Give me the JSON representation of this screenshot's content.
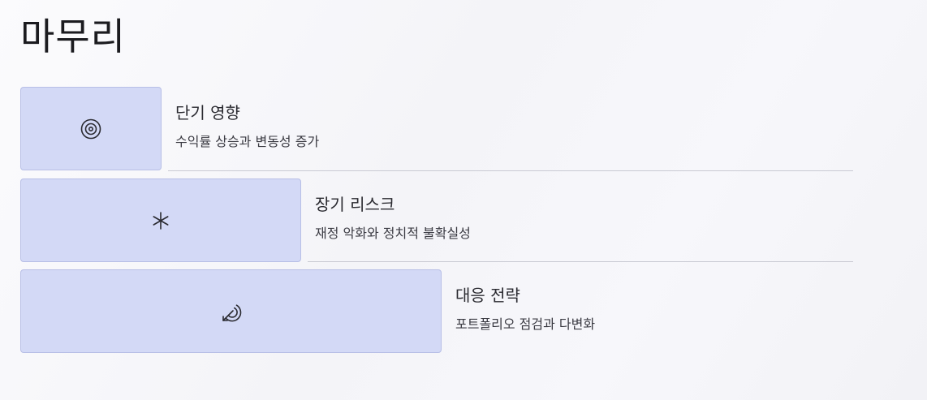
{
  "page": {
    "title": "마무리"
  },
  "steps": [
    {
      "title": "단기 영향",
      "description": "수익률 상승과 변동성 증가",
      "icon": "target-rings-icon"
    },
    {
      "title": "장기 리스크",
      "description": "재정 악화와 정치적 불확실성",
      "icon": "asterisk-icon"
    },
    {
      "title": "대응 전략",
      "description": "포트폴리오 점검과 다변화",
      "icon": "target-arrow-icon"
    }
  ],
  "colors": {
    "box_fill": "#d3d9f6",
    "box_border": "#b8bfe6",
    "divider": "#c9cad3",
    "text": "#2a2a30"
  }
}
